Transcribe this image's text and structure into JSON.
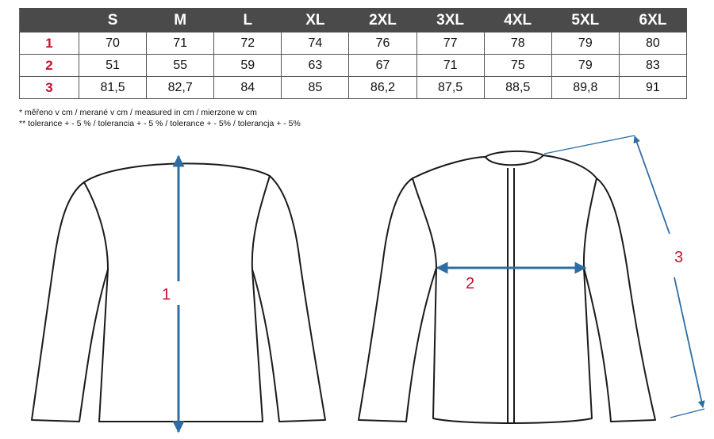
{
  "table": {
    "sizes": [
      "S",
      "M",
      "L",
      "XL",
      "2XL",
      "3XL",
      "4XL",
      "5XL",
      "6XL"
    ],
    "rows": [
      {
        "label": "1",
        "values": [
          "70",
          "71",
          "72",
          "74",
          "76",
          "77",
          "78",
          "79",
          "80"
        ]
      },
      {
        "label": "2",
        "values": [
          "51",
          "55",
          "59",
          "63",
          "67",
          "71",
          "75",
          "79",
          "83"
        ]
      },
      {
        "label": "3",
        "values": [
          "81,5",
          "82,7",
          "84",
          "85",
          "86,2",
          "87,5",
          "88,5",
          "89,8",
          "91"
        ]
      }
    ]
  },
  "notes": {
    "measured": "* měřeno v cm / merané v cm / measured in cm / mierzone w cm",
    "tolerance": "** tolerance + - 5 % / tolerancia + - 5 % / tolerance + - 5% / tolerancja + - 5%"
  },
  "diagram": {
    "label_1": "1",
    "label_2": "2",
    "label_3": "3",
    "arrow_color": "#2e6da4",
    "label_color": "#c8102e"
  }
}
